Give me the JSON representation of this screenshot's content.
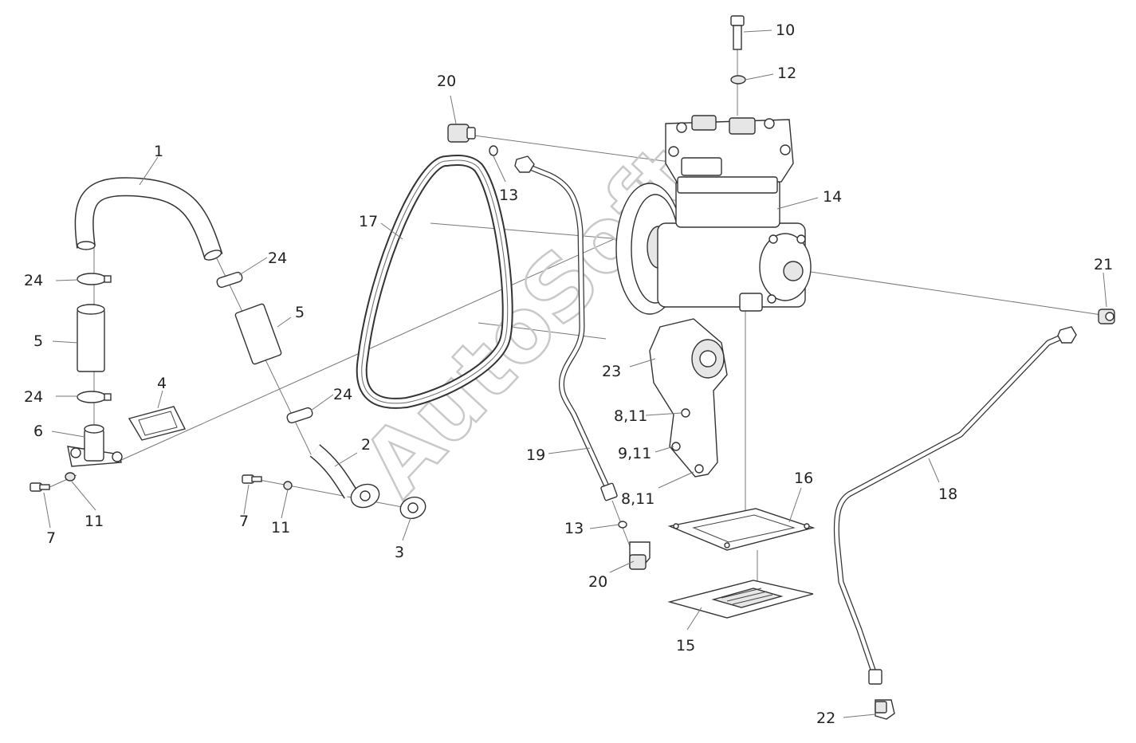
{
  "watermark": "AutoSoft",
  "callouts": [
    {
      "key": "c1",
      "text": "1"
    },
    {
      "key": "c2",
      "text": "2"
    },
    {
      "key": "c3",
      "text": "3"
    },
    {
      "key": "c4",
      "text": "4"
    },
    {
      "key": "c5a",
      "text": "5"
    },
    {
      "key": "c5b",
      "text": "5"
    },
    {
      "key": "c6",
      "text": "6"
    },
    {
      "key": "c7a",
      "text": "7"
    },
    {
      "key": "c7b",
      "text": "7"
    },
    {
      "key": "c811a",
      "text": "8,11"
    },
    {
      "key": "c911",
      "text": "9,11"
    },
    {
      "key": "c811b",
      "text": "8,11"
    },
    {
      "key": "c10",
      "text": "10"
    },
    {
      "key": "c11a",
      "text": "11"
    },
    {
      "key": "c11b",
      "text": "11"
    },
    {
      "key": "c12",
      "text": "12"
    },
    {
      "key": "c13a",
      "text": "13"
    },
    {
      "key": "c13b",
      "text": "13"
    },
    {
      "key": "c14",
      "text": "14"
    },
    {
      "key": "c15",
      "text": "15"
    },
    {
      "key": "c16",
      "text": "16"
    },
    {
      "key": "c17",
      "text": "17"
    },
    {
      "key": "c18",
      "text": "18"
    },
    {
      "key": "c19",
      "text": "19"
    },
    {
      "key": "c20a",
      "text": "20"
    },
    {
      "key": "c20b",
      "text": "20"
    },
    {
      "key": "c21",
      "text": "21"
    },
    {
      "key": "c22",
      "text": "22"
    },
    {
      "key": "c23",
      "text": "23"
    },
    {
      "key": "c24a",
      "text": "24"
    },
    {
      "key": "c24b",
      "text": "24"
    },
    {
      "key": "c24c",
      "text": "24"
    },
    {
      "key": "c24d",
      "text": "24"
    }
  ]
}
